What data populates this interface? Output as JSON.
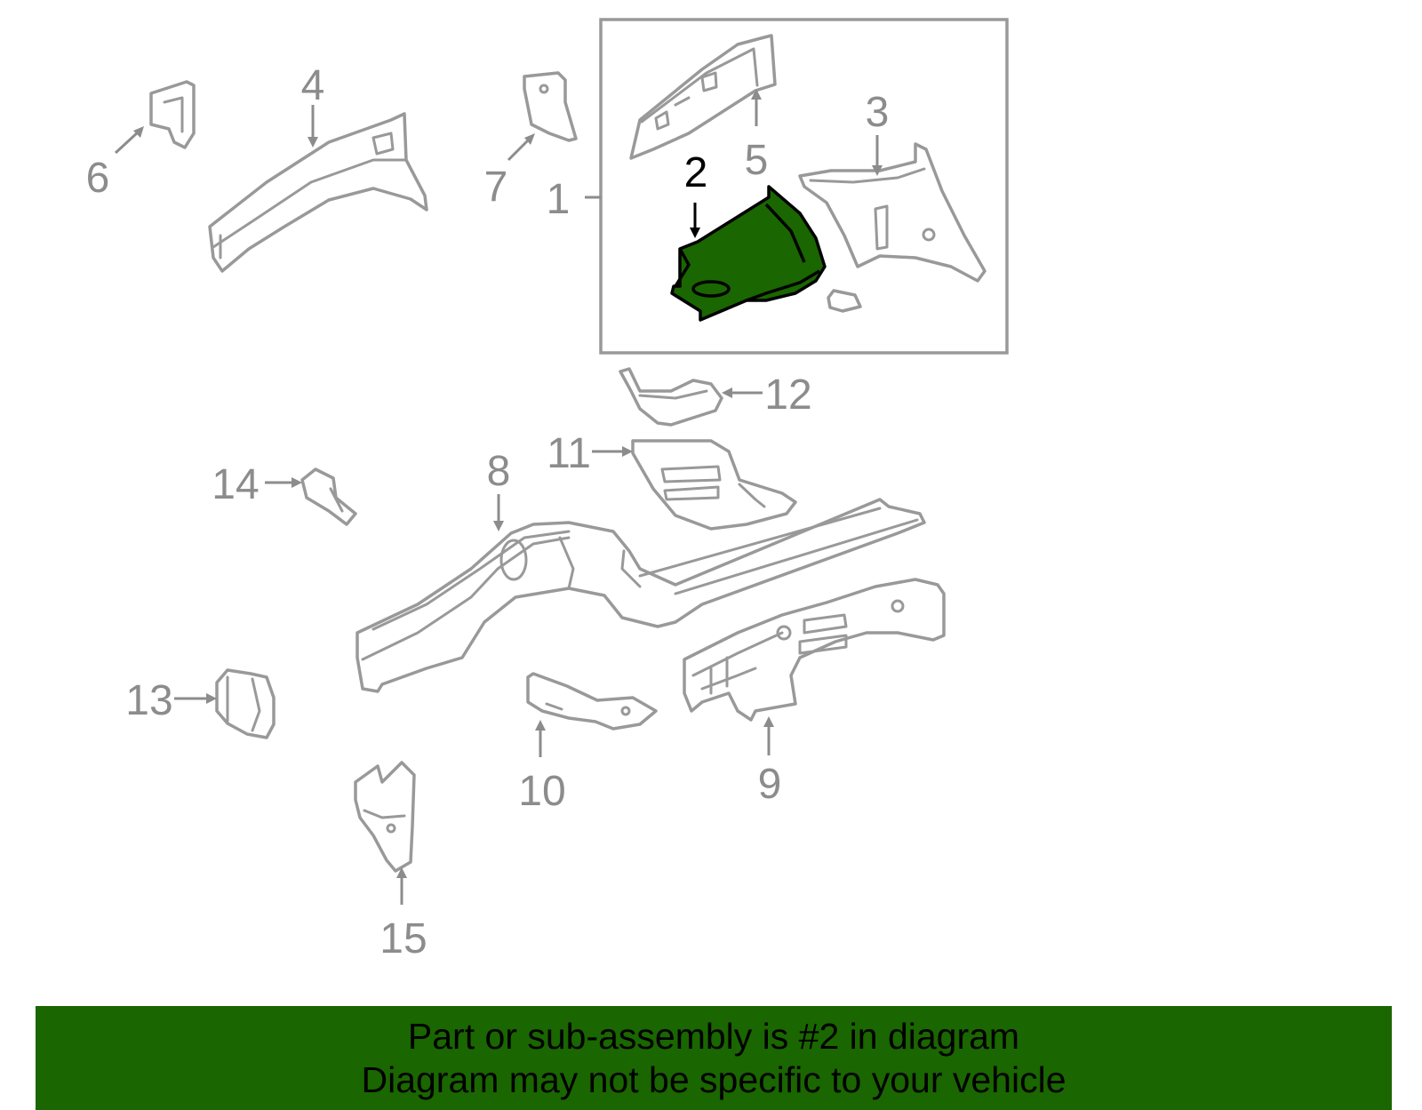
{
  "colors": {
    "highlight_fill": "#1a6600",
    "banner_bg": "#1a6600",
    "part_stroke": "#999999",
    "label_gray": "#8c8c8c",
    "highlight_label": "#000000"
  },
  "callouts": {
    "c1": "1",
    "c2": "2",
    "c3": "3",
    "c4": "4",
    "c5": "5",
    "c6": "6",
    "c7": "7",
    "c8": "8",
    "c9": "9",
    "c10": "10",
    "c11": "11",
    "c12": "12",
    "c13": "13",
    "c14": "14",
    "c15": "15"
  },
  "highlighted_part": "2",
  "banner": {
    "line1": "Part or sub-assembly is #2 in diagram",
    "line2": "Diagram may not be specific to your vehicle"
  }
}
